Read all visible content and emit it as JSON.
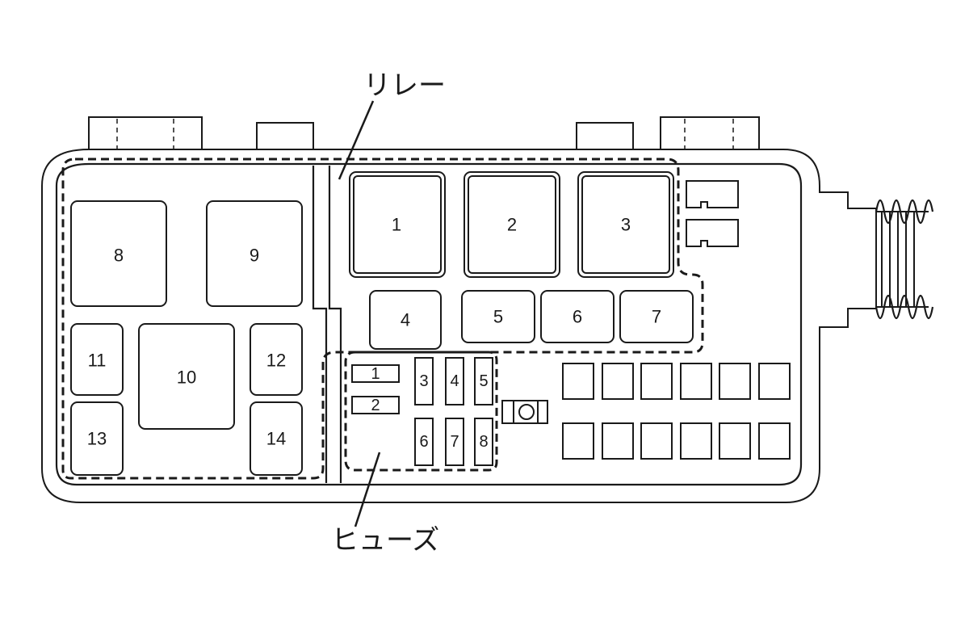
{
  "callouts": {
    "relay": "リレー",
    "fuse": "ヒューズ"
  },
  "relays": {
    "r1": "1",
    "r2": "2",
    "r3": "3",
    "r4": "4",
    "r5": "5",
    "r6": "6",
    "r7": "7",
    "r8": "8",
    "r9": "9",
    "r10": "10",
    "r11": "11",
    "r12": "12",
    "r13": "13",
    "r14": "14"
  },
  "fuses": {
    "f1": "1",
    "f2": "2",
    "f3": "3",
    "f4": "4",
    "f5": "5",
    "f6": "6",
    "f7": "7",
    "f8": "8"
  }
}
